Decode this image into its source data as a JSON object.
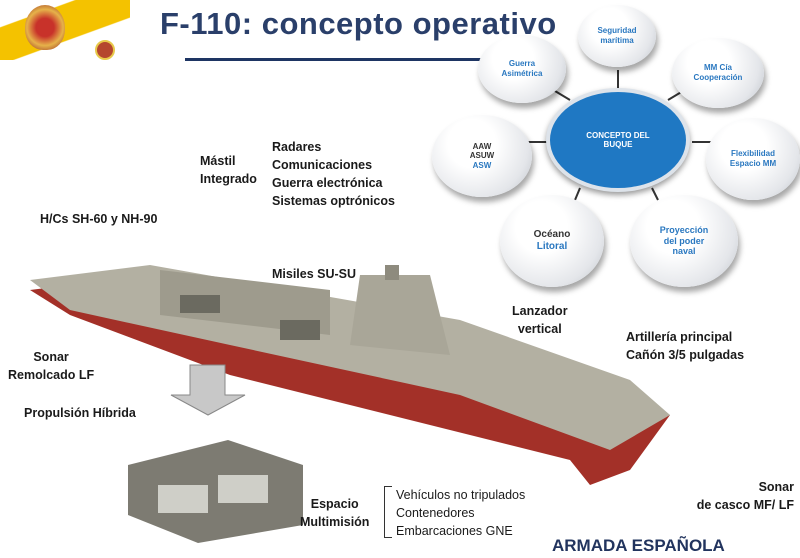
{
  "title": "F-110: concepto operativo",
  "concept": {
    "center": [
      "CONCEPTO DEL",
      "BUQUE"
    ],
    "nodes": [
      {
        "lines": [
          "Seguridad",
          "marítima"
        ]
      },
      {
        "lines": [
          "Guerra",
          "Asimétrica"
        ]
      },
      {
        "lines": [
          "MM Cía",
          "Cooperación"
        ]
      },
      {
        "lines": [
          "AAW",
          "ASUW",
          "ASW"
        ]
      },
      {
        "lines": [
          "Flexibilidad",
          "Espacio MM"
        ]
      },
      {
        "lines": [
          "Océano",
          "Litoral"
        ]
      },
      {
        "lines": [
          "Proyección",
          "del poder",
          "naval"
        ]
      }
    ]
  },
  "labels": {
    "mastil": [
      "Mástil",
      "Integrado"
    ],
    "sensors": [
      "Radares",
      "Comunicaciones",
      "Guerra electrónica",
      "Sistemas optrónicos"
    ],
    "helos": "H/Cs  SH-60 y NH-90",
    "misiles": "Misiles SU-SU",
    "lanzador": [
      "Lanzador",
      "vertical"
    ],
    "artilleria": [
      "Artillería principal",
      "Cañón 3/5 pulgadas"
    ],
    "sonar_remolcado": [
      "Sonar",
      "Remolcado LF"
    ],
    "propulsion": "Propulsión Híbrida",
    "espacio": [
      "Espacio",
      "Multimisión"
    ],
    "espacio_items": [
      "Vehículos no tripulados",
      "Contenedores",
      "Embarcaciones GNE"
    ],
    "sonar_casco": [
      "Sonar",
      "de casco MF/ LF"
    ]
  },
  "footer": "ARMADA ESPAÑOLA"
}
